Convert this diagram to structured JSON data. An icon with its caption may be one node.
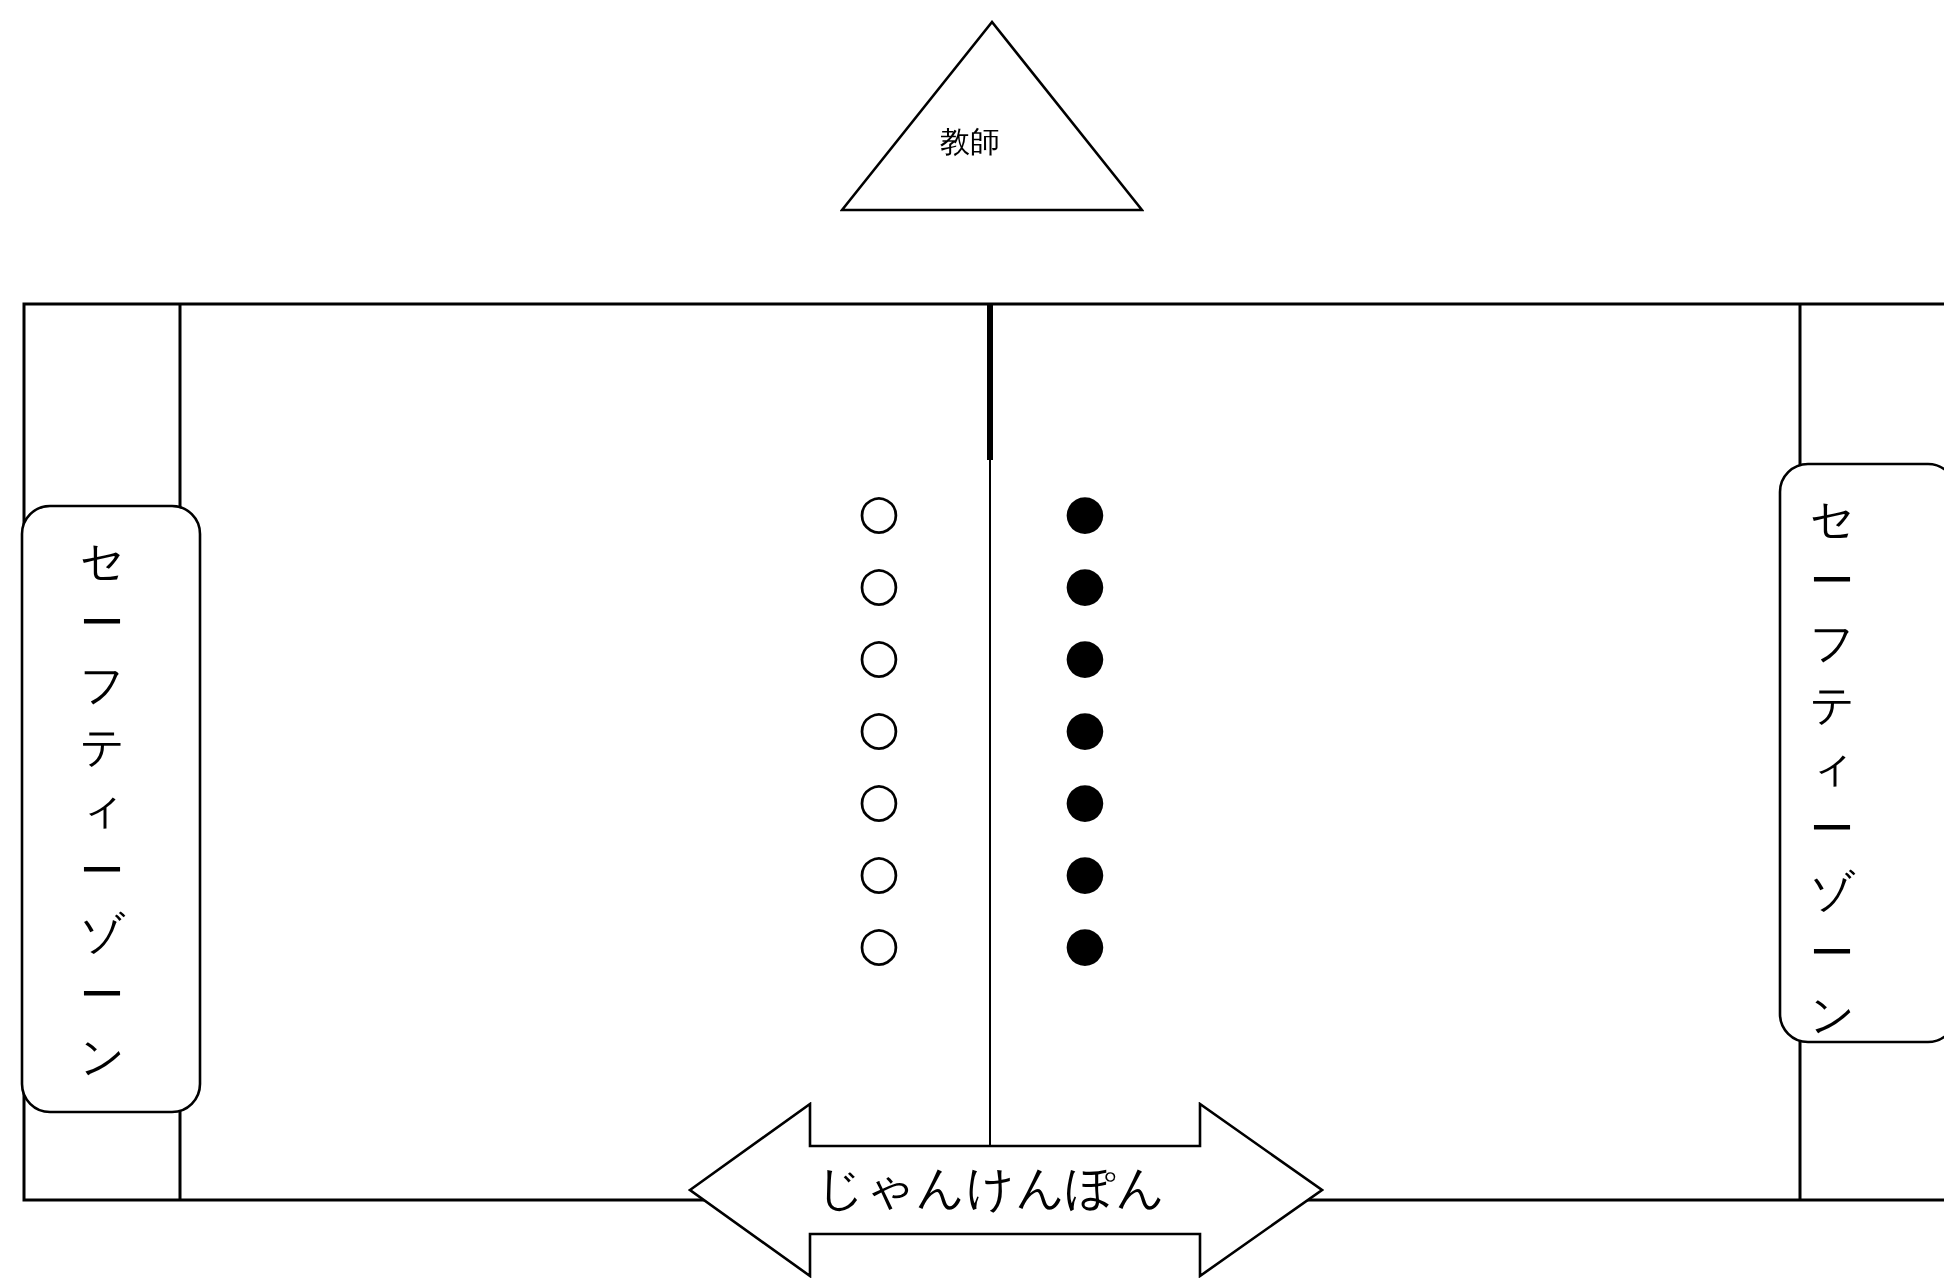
{
  "diagram": {
    "nodes": [
      {
        "text": [
          "教師"
        ]
      },
      {
        "text": [
          "セーフティーゾーン"
        ]
      },
      {
        "text": [
          "セーフティーゾーン"
        ]
      },
      {
        "text": [
          "じゃんけんぽん"
        ]
      }
    ],
    "labels": [
      "○",
      "●",
      "○",
      "●",
      "○",
      "●",
      "○",
      "●",
      "○",
      "●",
      "○",
      "●",
      "○",
      "●"
    ]
  }
}
